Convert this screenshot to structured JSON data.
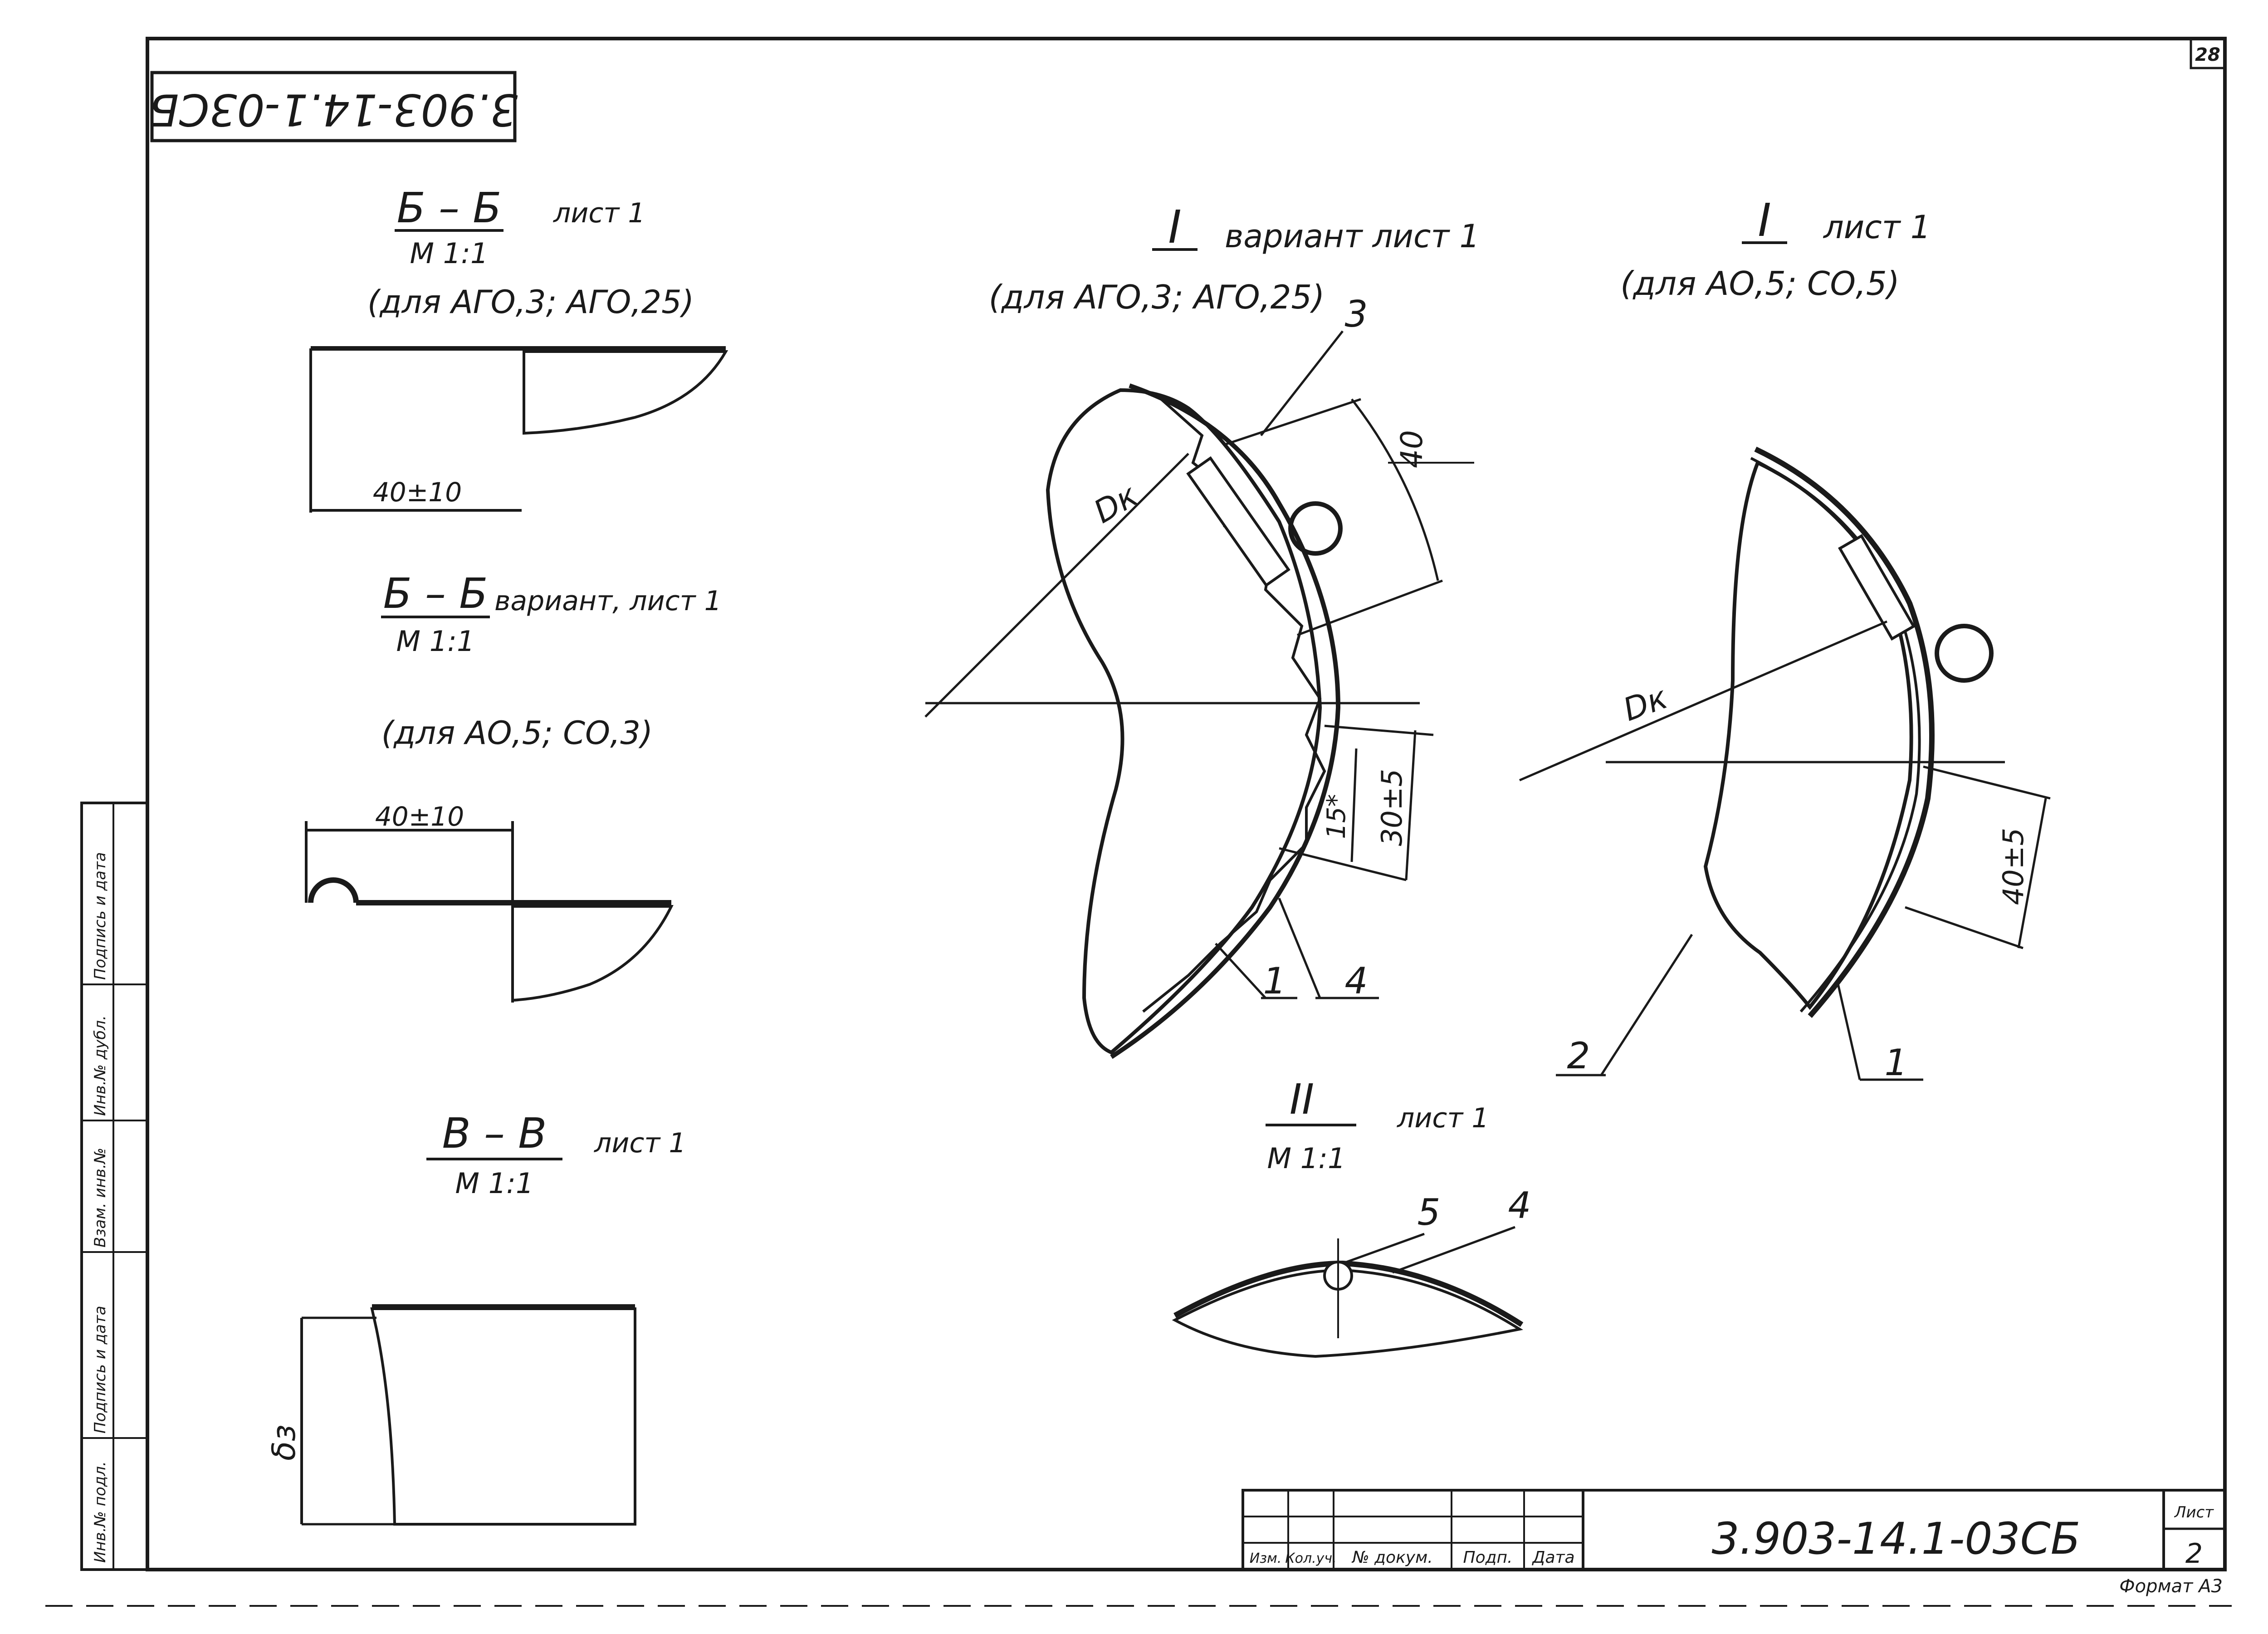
{
  "sheet": {
    "page_number": "28",
    "code_stamp": "3.903-14.1-03СБ",
    "format": "Формат А3"
  },
  "side_stamp": {
    "fields": [
      "Инв.№ подл.",
      "Подпись и дата",
      "Взам. инв.№",
      "Инв.№ дубл.",
      "Подпись и дата"
    ]
  },
  "views": {
    "bb1": {
      "title": "Б – Б",
      "sheet_ref": "лист 1",
      "scale": "М 1:1",
      "note": "(для АГО,3; АГО,25)",
      "dim": "40±10"
    },
    "bb2": {
      "title": "Б – Б",
      "sheet_ref": "вариант, лист 1",
      "scale": "М 1:1",
      "note": "(для АО,5; СО,3)",
      "dim": "40±10"
    },
    "vv": {
      "title": "В – В",
      "sheet_ref": "лист 1",
      "scale": "М 1:1",
      "dim": "δз"
    },
    "i_var": {
      "title": "I",
      "sheet_ref": "вариант лист 1",
      "note": "(для АГО,3; АГО,25)",
      "dim_dk": "Dк",
      "dim_40": "40",
      "dim_30": "30±5",
      "dim_15": "15*",
      "pos": [
        "3",
        "1",
        "4"
      ]
    },
    "i_main": {
      "title": "I",
      "sheet_ref": "лист 1",
      "note": "(для АО,5; СО,5)",
      "dim_dk": "Dк",
      "dim_40": "40±5",
      "pos": [
        "2",
        "1"
      ]
    },
    "ii": {
      "title": "II",
      "sheet_ref": "лист 1",
      "scale": "М 1:1",
      "pos": [
        "5",
        "4"
      ]
    }
  },
  "title_block": {
    "columns": [
      "Изм.",
      "Кол.уч.",
      "№ докум.",
      "Подп.",
      "Дата"
    ],
    "code": "3.903-14.1-03СБ",
    "sheet_label": "Лист",
    "sheet_no": "2"
  }
}
